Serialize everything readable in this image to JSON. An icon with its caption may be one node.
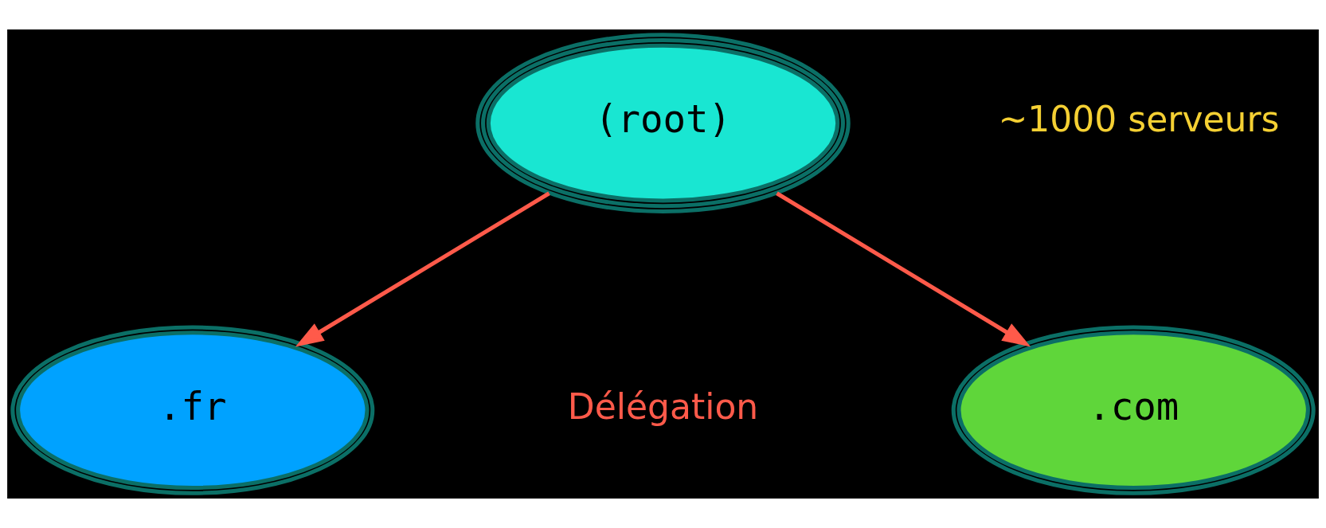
{
  "diagram": {
    "nodes": [
      {
        "text": [
          "(root)"
        ]
      },
      {
        "text": [
          ".fr"
        ]
      },
      {
        "text": [
          ".com"
        ]
      }
    ],
    "edges": [
      {
        "from": 0,
        "to": 1,
        "arrow": "to"
      },
      {
        "from": 0,
        "to": 2,
        "arrow": "to"
      }
    ],
    "labels": [
      "~1000 serveurs",
      "Délégation"
    ]
  }
}
